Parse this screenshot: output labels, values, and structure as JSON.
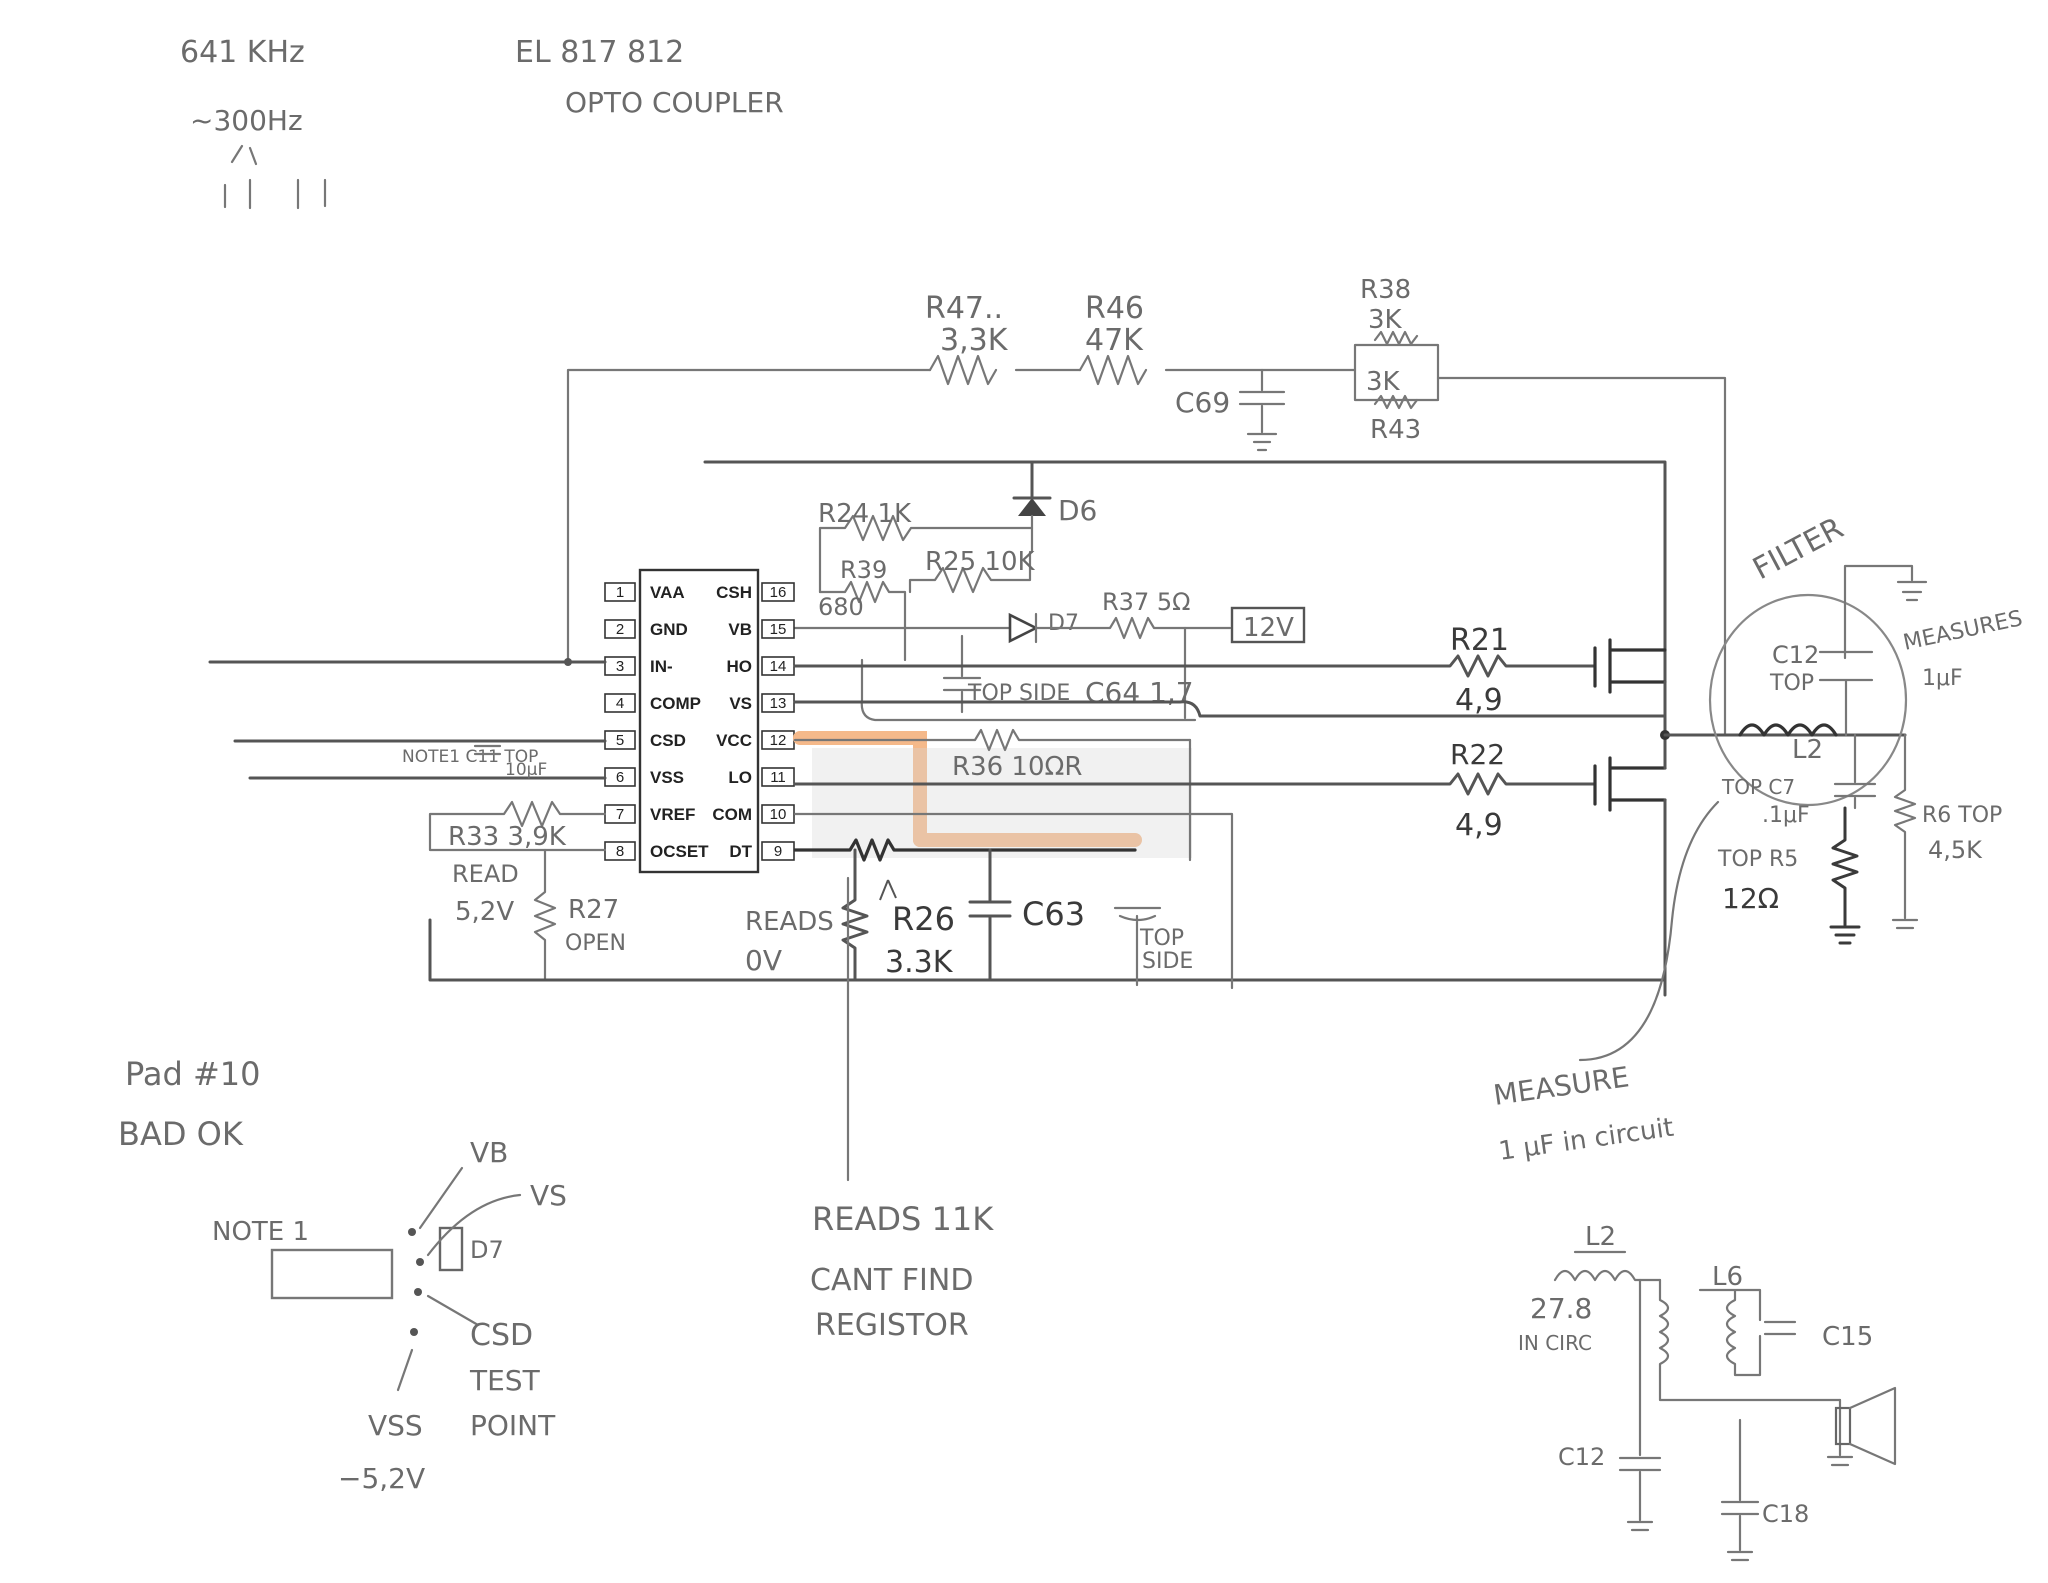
{
  "notes": {
    "freq": "641 KHz",
    "freq2": "~300Hz",
    "opto": "EL 817 812",
    "opto2": "OPTO COUPLER",
    "pad": "Pad #10",
    "pad2": "BAD OK",
    "measure_1": "MEASURE",
    "measure_2": "1 μF in circuit",
    "reads_r": "READS 11K",
    "cant_find_1": "CANT FIND",
    "cant_find_2": "REGISTOR",
    "reads_ov": "READS",
    "reads_ov2": "0V",
    "read_52": "READ",
    "read_52b": "5,2V",
    "filter": "FILTER",
    "measures": "MEASURES",
    "measures2": "1μF",
    "top_side": "TOP SIDE",
    "top_side2": "TOP",
    "top_side3": "SIDE"
  },
  "ic": {
    "left_pins": [
      {
        "num": "1",
        "name": "VAA"
      },
      {
        "num": "2",
        "name": "GND"
      },
      {
        "num": "3",
        "name": "IN-"
      },
      {
        "num": "4",
        "name": "COMP"
      },
      {
        "num": "5",
        "name": "CSD"
      },
      {
        "num": "6",
        "name": "VSS"
      },
      {
        "num": "7",
        "name": "VREF"
      },
      {
        "num": "8",
        "name": "OCSET"
      }
    ],
    "right_pins": [
      {
        "num": "16",
        "name": "CSH"
      },
      {
        "num": "15",
        "name": "VB"
      },
      {
        "num": "14",
        "name": "HO"
      },
      {
        "num": "13",
        "name": "VS"
      },
      {
        "num": "12",
        "name": "VCC"
      },
      {
        "num": "11",
        "name": "LO"
      },
      {
        "num": "10",
        "name": "COM"
      },
      {
        "num": "9",
        "name": "DT"
      }
    ]
  },
  "components": {
    "r47": "R47..",
    "r47v": "3,3K",
    "r46": "R46",
    "r46v": "47K",
    "r38": "R38",
    "r38v": "3K",
    "r43": "R43",
    "r43v": "3K",
    "c69": "C69",
    "d6": "D6",
    "r24": "R24 1K",
    "r39": "R39",
    "r39v": "680",
    "r25": "R25 10K",
    "d7": "D7",
    "r37": "R37 5Ω",
    "v12": "12V",
    "c64": "C64 1,7",
    "r36": "R36 10ΩR",
    "r21": "R21",
    "r21v": "4,9",
    "r22": "R22",
    "r22v": "4,9",
    "r33": "R33 3,9K",
    "r27": "R27",
    "r27v": "OPEN",
    "r26": "R26",
    "r26v": "3.3K",
    "c63": "C63",
    "c11": "NOTE1 C11 TOP",
    "c11v": "10μF",
    "c12": "C12",
    "c12t": "TOP",
    "l2": "L2",
    "c7": "TOP C7",
    "c7v": ".1μF",
    "r5": "TOP R5",
    "r5v": "12Ω",
    "r6": "R6 TOP",
    "r6v": "4,5K"
  },
  "inset_left": {
    "note": "NOTE 1",
    "vb": "VB",
    "vs": "VS",
    "d7": "D7",
    "csd": "CSD",
    "test": "TEST",
    "point": "POINT",
    "vss": "VSS",
    "vssv": "−5,2V"
  },
  "inset_right": {
    "l2": "L2",
    "l2v": "27.8",
    "l2n": "IN CIRC",
    "l6": "L6",
    "c15": "C15",
    "c12": "C12",
    "c18": "C18"
  }
}
